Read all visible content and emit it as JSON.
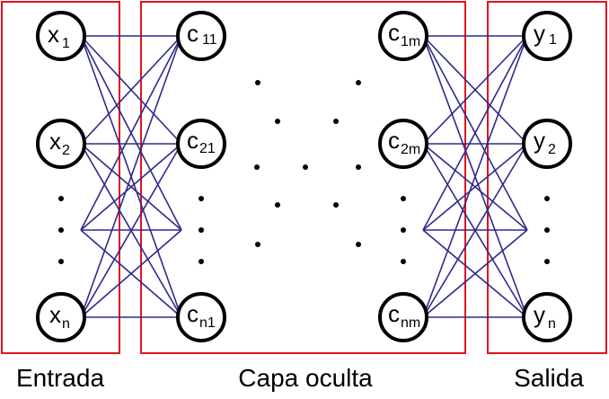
{
  "sections": {
    "input": "Entrada",
    "hidden": "Capa oculta",
    "output": "Salida"
  },
  "nodes": {
    "x1": {
      "main": "x",
      "sub": "1"
    },
    "x2": {
      "main": "x",
      "sub": "2"
    },
    "xn": {
      "main": "x",
      "sub": "n"
    },
    "c11": {
      "main": "c",
      "sub": "11"
    },
    "c21": {
      "main": "c",
      "sub": "21"
    },
    "cn1": {
      "main": "c",
      "sub": "n1"
    },
    "c1m": {
      "main": "c",
      "sub": "1m"
    },
    "c2m": {
      "main": "c",
      "sub": "2m"
    },
    "cnm": {
      "main": "c",
      "sub": "nm"
    },
    "y1": {
      "main": "y",
      "sub": "1"
    },
    "y2": {
      "main": "y",
      "sub": "2"
    },
    "yn": {
      "main": "y",
      "sub": "n"
    }
  },
  "colors": {
    "box": "#e0141e",
    "edges": "#2e2a8c",
    "nodes": "#000000"
  }
}
